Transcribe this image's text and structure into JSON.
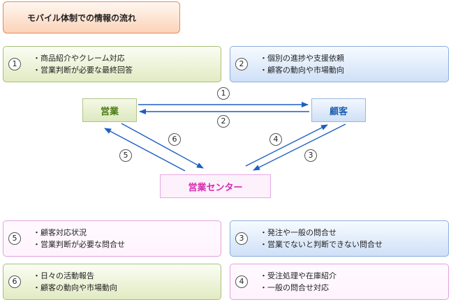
{
  "title": "モバイル体制での情報の流れ",
  "nodes": {
    "sales": "営業",
    "client": "顧客",
    "center": "営業センター"
  },
  "arrow_labels": {
    "sales_to_client": "1",
    "client_to_sales": "2",
    "client_to_center": "3",
    "center_to_client": "4",
    "center_to_sales": "5",
    "sales_to_center": "6"
  },
  "boxes": [
    {
      "num": "1",
      "lines": [
        "・商品紹介やクレーム対応",
        "・営業判断が必要な最終回答"
      ]
    },
    {
      "num": "2",
      "lines": [
        "・個別の進捗や支援依頼",
        "・顧客の動向や市場動向"
      ]
    },
    {
      "num": "5",
      "lines": [
        "・顧客対応状況",
        "・営業判断が必要な問合せ"
      ]
    },
    {
      "num": "3",
      "lines": [
        "・発注や一般の問合せ",
        "・営業でないと判断できない問合せ"
      ]
    },
    {
      "num": "6",
      "lines": [
        "・日々の活動報告",
        "・顧客の動向や市場動向"
      ]
    },
    {
      "num": "4",
      "lines": [
        "・受注処理や在庫紹介",
        "・一般の問合せ対応"
      ]
    }
  ],
  "colors": {
    "arrow": "#1c5fc4",
    "title_border": "#e58a5a",
    "sales_text": "#4a7a12",
    "client_text": "#1f5fb3",
    "center_text": "#d62aae"
  }
}
